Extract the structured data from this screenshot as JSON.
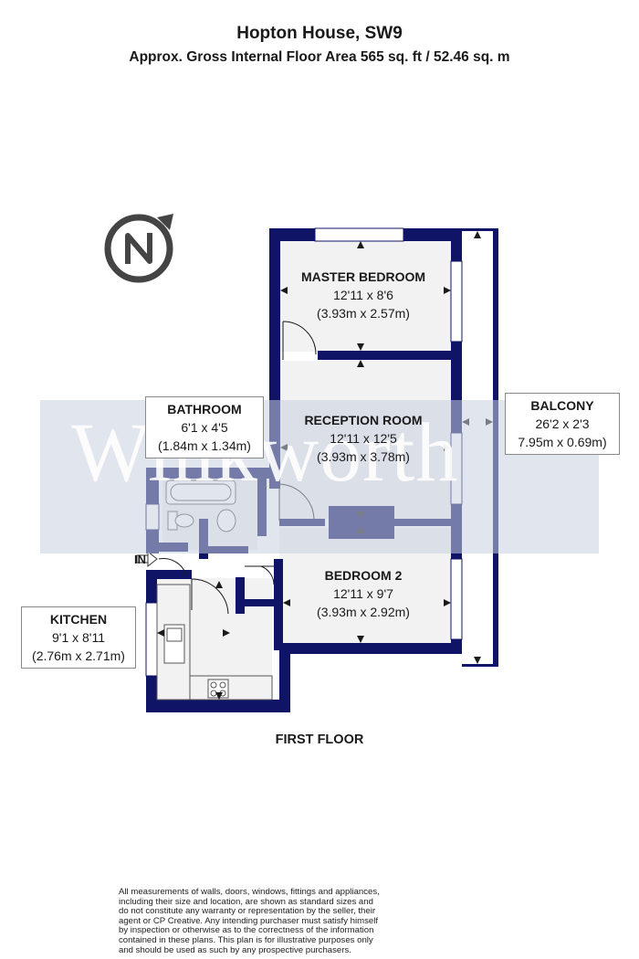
{
  "header": {
    "title": "Hopton House, SW9",
    "subtitle": "Approx. Gross Internal Floor Area 565 sq. ft / 52.46 sq. m"
  },
  "watermark": {
    "text": "Winkworth"
  },
  "rooms": {
    "master_bedroom": {
      "name": "MASTER BEDROOM",
      "imperial": "12'11 x 8'6",
      "metric": "(3.93m x 2.57m)"
    },
    "reception_room": {
      "name": "RECEPTION ROOM",
      "imperial": "12'11 x 12'5",
      "metric": "(3.93m x 3.78m)"
    },
    "bedroom_2": {
      "name": "BEDROOM 2",
      "imperial": "12'11 x 9'7",
      "metric": "(3.93m x 2.92m)"
    },
    "bathroom": {
      "name": "BATHROOM",
      "imperial": "6'1 x 4'5",
      "metric": "(1.84m x 1.34m)"
    },
    "kitchen": {
      "name": "KITCHEN",
      "imperial": "9'1 x 8'11",
      "metric": "(2.76m x 2.71m)"
    },
    "balcony": {
      "name": "BALCONY",
      "imperial": "26'2 x 2'3",
      "metric": "7.95m x 0.69m)"
    }
  },
  "entrance": {
    "label": "IN"
  },
  "floor_label": "FIRST FLOOR",
  "disclaimer": "All measurements of walls, doors, windows, fittings and appliances, including their size and location, are shown as standard sizes and do not constitute any warranty or representation by the seller, their agent or CP Creative. Any intending purchaser must satisfy himself by inspection or otherwise as to the correctness of the information contained in these plans. This plan is for illustrative purposes only and should be used as such by any prospective purchasers.",
  "colors": {
    "wall": "#0f1466",
    "watermark_band": "#c9cfe0",
    "dimension": "#1a1a1a"
  }
}
